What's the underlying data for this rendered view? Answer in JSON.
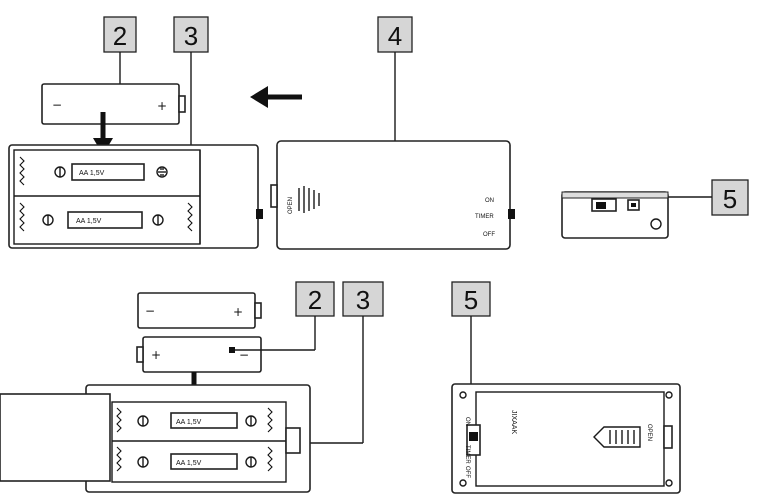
{
  "callouts": {
    "top_2": "2",
    "top_3": "3",
    "top_4": "4",
    "top_5": "5",
    "bottom_2": "2",
    "bottom_3": "3",
    "bottom_5": "5"
  },
  "battery_labels": {
    "tray_top_1": "AA 1,5V",
    "tray_top_2": "AA 1,5V",
    "tray_bottom_1": "AA 1,5V",
    "tray_bottom_2": "AA 1,5V"
  },
  "cover": {
    "open_label": "OPEN",
    "switch_on": "ON",
    "switch_timer": "TIMER",
    "switch_off": "OFF"
  },
  "bottom_panel": {
    "mirrored_brand": "JIXAAK",
    "open_label": "OPEN",
    "switch_on": "ON",
    "switch_timer": "TIMER",
    "switch_off": "OFF"
  },
  "polarity": {
    "minus": "−",
    "plus": "+"
  }
}
